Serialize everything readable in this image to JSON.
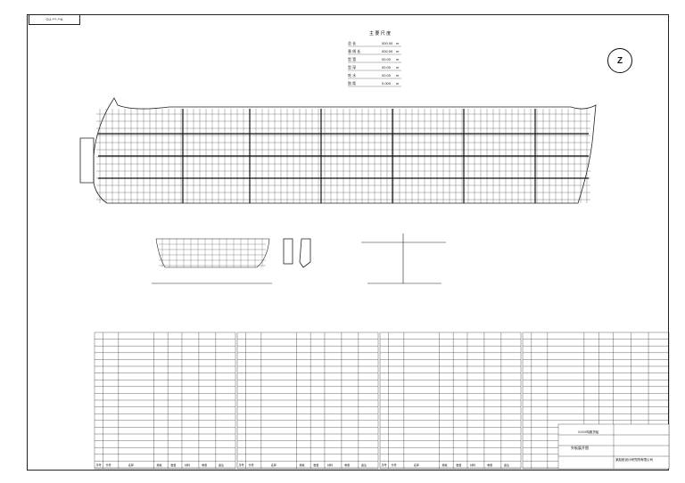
{
  "sheet": {
    "tag_text": "CU-***-**A",
    "logo_text": "Z"
  },
  "particulars": {
    "title": "主 要 尺 度",
    "rows": [
      {
        "label": "总 长",
        "value": "000.00",
        "unit": "m"
      },
      {
        "label": "垂 线 长",
        "value": "000.00",
        "unit": "m"
      },
      {
        "label": "型 宽",
        "value": "00.00",
        "unit": "m"
      },
      {
        "label": "型 深",
        "value": "00.00",
        "unit": "m"
      },
      {
        "label": "吃 水",
        "value": "00.00",
        "unit": "m"
      },
      {
        "label": "肋 距",
        "value": "0.000",
        "unit": "m"
      }
    ]
  },
  "title_block": {
    "drawing_name": "外板展开图",
    "company": "某船舶设计研究院有限公司",
    "ship_label": "XXXX吨散货船"
  },
  "parts_table": {
    "columns": [
      "序号",
      "代号",
      "名称",
      "规格",
      "数量",
      "材料",
      "重量",
      "备注"
    ]
  },
  "colors": {
    "line": "#222222",
    "background": "#ffffff"
  }
}
